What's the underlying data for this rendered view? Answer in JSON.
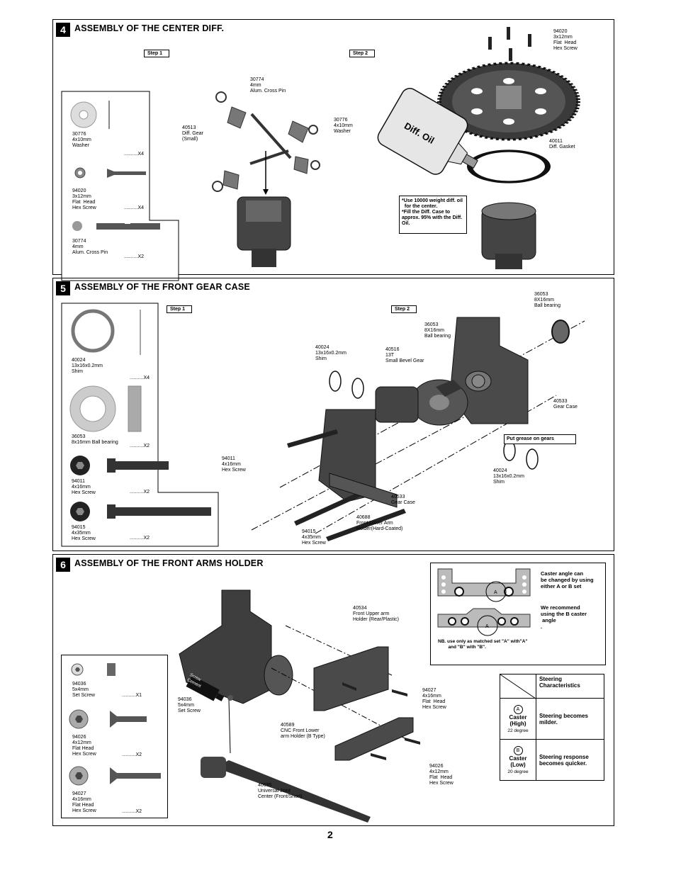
{
  "page_number": "2",
  "step4": {
    "num": "4",
    "title": "ASSEMBLY OF THE CENTER DIFF.",
    "step1": "Step 1",
    "step2": "Step 2",
    "parts": [
      {
        "label": "30776\n4x10mm\nWasher",
        "qty": "..........X4"
      },
      {
        "label": "94020\n3x12mm\nFlat  Head\nHex Screw",
        "qty": "..........X4"
      },
      {
        "label": "30774\n4mm\nAlum. Cross Pin",
        "qty": "..........X2"
      }
    ],
    "callouts": {
      "cross_pin": "30774\n4mm\nAlum. Cross Pin",
      "diff_gear": "40513\nDiff. Gear\n(Small)",
      "washer": "30776\n4x10mm\nWasher",
      "screw": "94020\n3x12mm\nFlat  Head\nHex Screw",
      "gasket": "40011\nDiff. Gasket"
    },
    "bottle_label": "Diff. Oil",
    "oil_note": "*Use 10000 weight diff. oil\n  for the center.\n*Fill the Diff. Case to\napprox. 95% with the Diff.\nOil."
  },
  "step5": {
    "num": "5",
    "title": "ASSEMBLY OF THE FRONT GEAR CASE",
    "step1": "Step 1",
    "step2": "Step 2",
    "parts": [
      {
        "label": "40024\n13x16x0.2mm\nShim",
        "qty": "..........X4"
      },
      {
        "label": "36053\n8x16mm Ball bearing",
        "qty": "..........X2"
      },
      {
        "label": "94011\n4x16mm\nHex Screw",
        "qty": "..........X2"
      },
      {
        "label": "94015\n4x35mm\nHex Screw",
        "qty": "..........X2"
      }
    ],
    "callouts": {
      "bearing_top": "36053\n8X16mm\nBall bearing",
      "bearing_mid": "36053\n8X16mm\nBall bearing",
      "shim_left": "40024\n13x16x0.2mm\nShim",
      "bevel": "40516\n13T\nSmall Bevel Gear",
      "gearcase_right": "40533\nGear Case",
      "hex16": "94011\n4x16mm\nHex Screw",
      "shim_right": "40024\n13x16x0.2mm\nShim",
      "gearcase_bottom": "40533\nGear Case",
      "arm_holder": "40688\nFront Lower Arm\nHolder(Hard-Coated)",
      "hex35": "94015\n4x35mm\nHex Screw"
    },
    "grease_note": "Put grease on gears"
  },
  "step6": {
    "num": "6",
    "title": "ASSEMBLY OF THE FRONT ARMS HOLDER",
    "parts": [
      {
        "label": "94036\n5x4mm\nSet Screw",
        "qty": "..........X1"
      },
      {
        "label": "94026\n4x12mm\nFlat Head\nHex Screw",
        "qty": "..........X2"
      },
      {
        "label": "94027\n4x16mm\nFlat Head\nHex Screw",
        "qty": "..........X2"
      }
    ],
    "callouts": {
      "upper_holder": "40534\nFront Upper arm\nHolder (Rear/Plastic)",
      "set_screw": "94036\n5x4mm\nSet Screw",
      "screw16": "94027\n4x16mm\nFlat  Head\nHex Screw",
      "lower_holder": "40589\nCNC Front Lower\narm Holder (B Type)",
      "screw12": "94026\n4x12mm\nFlat  Head\nHex Screw",
      "joint": "40695\nUniversal Joint\nCenter (Front/Short)"
    },
    "screw_cement": "Screw\nCement",
    "caster_box": {
      "text1": "Caster angle can\nbe changed by using\neither A or B set",
      "text2": "We recommend\nusing the B caster\n angle\n.",
      "note": "NB. use only as matched set \"A\" with\"A\"\n        and \"B\" with \"B\"."
    },
    "steering_table": {
      "header": "Steering\nCharacteristics",
      "rows": [
        {
          "mark": "A",
          "name": "Caster\n(High)",
          "angle": "22 degree",
          "desc": "Steering becomes\nmilder."
        },
        {
          "mark": "B",
          "name": "Caster\n(Low)",
          "angle": "20 degree",
          "desc": "Steering response\nbecomes quicker."
        }
      ]
    }
  }
}
